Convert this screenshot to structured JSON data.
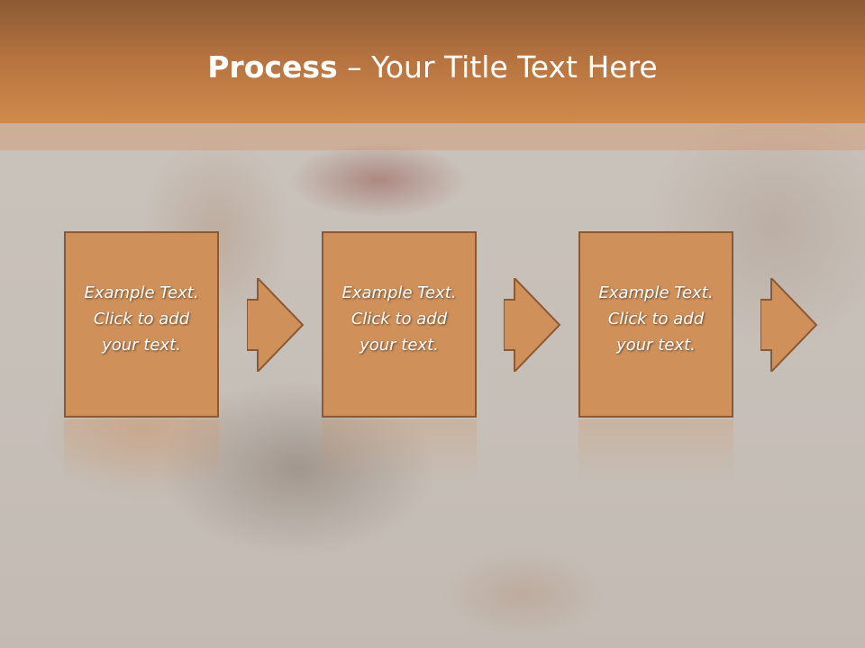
{
  "title": {
    "bold": "Process",
    "rest": " – Your Title Text Here"
  },
  "steps": [
    {
      "text": "Example Text.\nClick  to add\nyour text."
    },
    {
      "text": "Example Text.\nClick  to add\nyour text."
    },
    {
      "text": "Example Text.\nClick  to add\nyour text."
    }
  ],
  "colors": {
    "header": "#c0783f",
    "box": "#d0905a",
    "border": "#8a5a36"
  }
}
